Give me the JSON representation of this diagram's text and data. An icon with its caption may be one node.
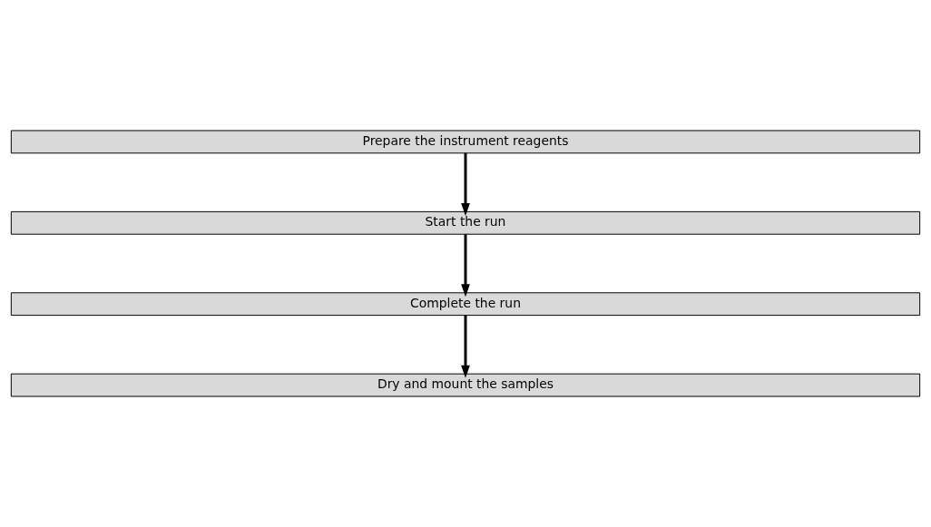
{
  "diagram": {
    "nodes": [
      {
        "text": [
          "Prepare the instrument reagents"
        ]
      },
      {
        "text": [
          "Start the run"
        ]
      },
      {
        "text": [
          "Complete the run"
        ]
      },
      {
        "text": [
          "Dry and mount the samples"
        ]
      }
    ],
    "edges": [
      {
        "from": 0,
        "to": 1,
        "arrow": "to"
      },
      {
        "from": 1,
        "to": 2,
        "arrow": "to"
      },
      {
        "from": 2,
        "to": 3,
        "arrow": "to"
      }
    ]
  }
}
